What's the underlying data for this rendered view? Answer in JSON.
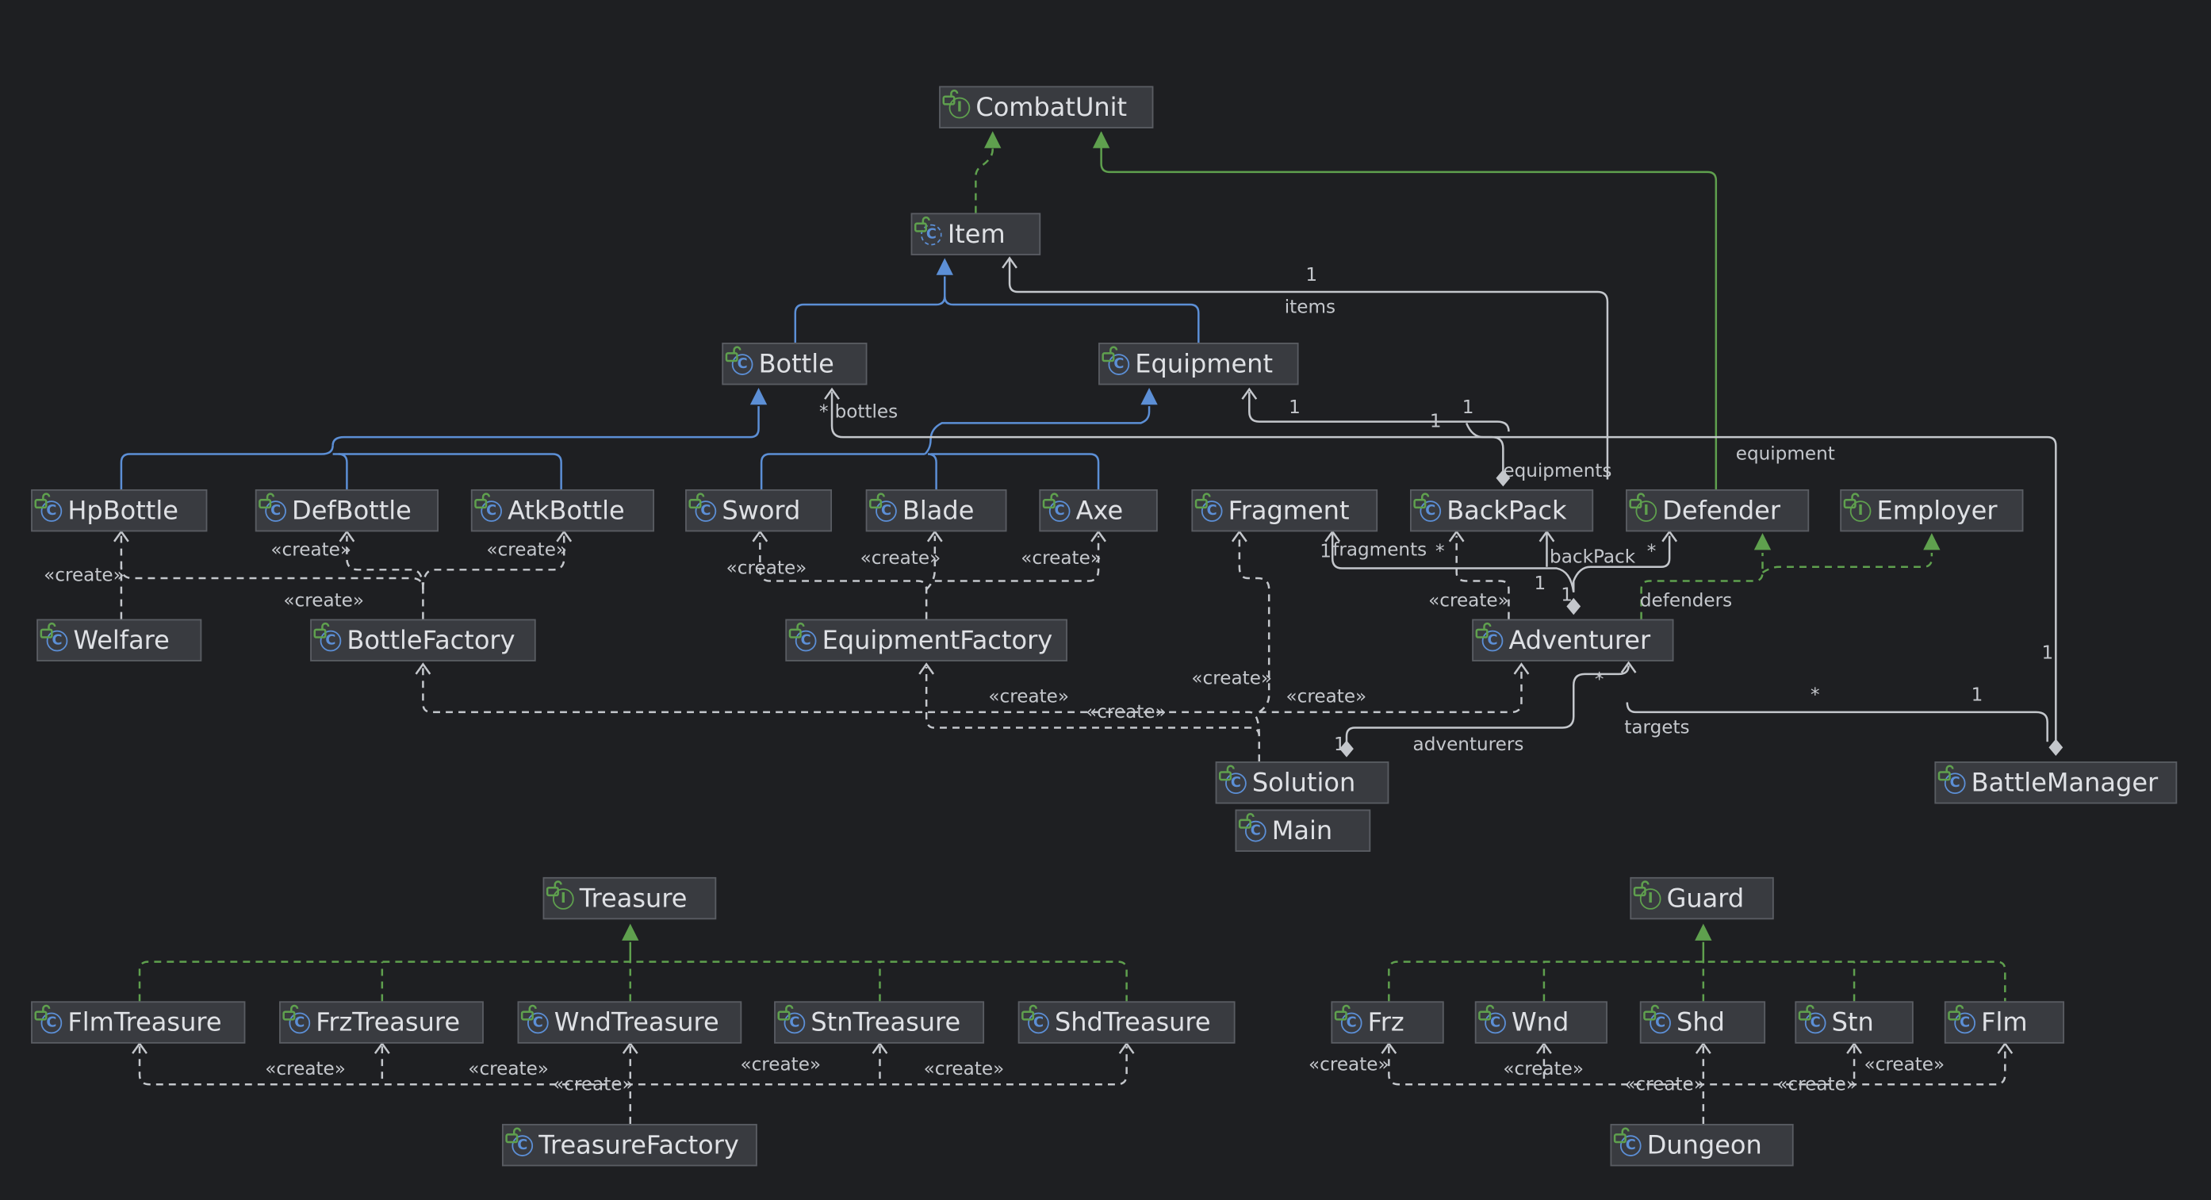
{
  "nodes": {
    "combatunit": {
      "label": "CombatUnit",
      "kind": "interface",
      "badge_icon": "interface-icon"
    },
    "item": {
      "label": "Item",
      "kind": "abstract-class",
      "badge_icon": "abstract-class-icon"
    },
    "bottle": {
      "label": "Bottle",
      "kind": "class",
      "badge_icon": "class-icon"
    },
    "equipment": {
      "label": "Equipment",
      "kind": "class",
      "badge_icon": "class-icon"
    },
    "hpbottle": {
      "label": "HpBottle",
      "kind": "class",
      "badge_icon": "class-icon"
    },
    "defbottle": {
      "label": "DefBottle",
      "kind": "class",
      "badge_icon": "class-icon"
    },
    "atkbottle": {
      "label": "AtkBottle",
      "kind": "class",
      "badge_icon": "class-icon"
    },
    "sword": {
      "label": "Sword",
      "kind": "class",
      "badge_icon": "class-icon"
    },
    "blade": {
      "label": "Blade",
      "kind": "class",
      "badge_icon": "class-icon"
    },
    "axe": {
      "label": "Axe",
      "kind": "class",
      "badge_icon": "class-icon"
    },
    "fragment": {
      "label": "Fragment",
      "kind": "class",
      "badge_icon": "class-icon"
    },
    "backpack": {
      "label": "BackPack",
      "kind": "class",
      "badge_icon": "class-icon"
    },
    "defender": {
      "label": "Defender",
      "kind": "interface",
      "badge_icon": "interface-icon"
    },
    "employer": {
      "label": "Employer",
      "kind": "interface",
      "badge_icon": "interface-icon"
    },
    "welfare": {
      "label": "Welfare",
      "kind": "class",
      "badge_icon": "class-icon"
    },
    "bottlefactory": {
      "label": "BottleFactory",
      "kind": "class",
      "badge_icon": "class-icon"
    },
    "equipmentfactory": {
      "label": "EquipmentFactory",
      "kind": "class",
      "badge_icon": "class-icon"
    },
    "adventurer": {
      "label": "Adventurer",
      "kind": "class",
      "badge_icon": "class-icon"
    },
    "solution": {
      "label": "Solution",
      "kind": "class",
      "badge_icon": "class-icon"
    },
    "main": {
      "label": "Main",
      "kind": "class",
      "badge_icon": "class-icon"
    },
    "battlemanager": {
      "label": "BattleManager",
      "kind": "class",
      "badge_icon": "class-icon"
    },
    "treasure": {
      "label": "Treasure",
      "kind": "interface",
      "badge_icon": "interface-icon"
    },
    "flmtreasure": {
      "label": "FlmTreasure",
      "kind": "class",
      "badge_icon": "class-icon"
    },
    "frztreasure": {
      "label": "FrzTreasure",
      "kind": "class",
      "badge_icon": "class-icon"
    },
    "wndtreasure": {
      "label": "WndTreasure",
      "kind": "class",
      "badge_icon": "class-icon"
    },
    "stntreasure": {
      "label": "StnTreasure",
      "kind": "class",
      "badge_icon": "class-icon"
    },
    "shdtreasure": {
      "label": "ShdTreasure",
      "kind": "class",
      "badge_icon": "class-icon"
    },
    "treasurefactory": {
      "label": "TreasureFactory",
      "kind": "class",
      "badge_icon": "class-icon"
    },
    "guard": {
      "label": "Guard",
      "kind": "interface",
      "badge_icon": "interface-icon"
    },
    "frz": {
      "label": "Frz",
      "kind": "class",
      "badge_icon": "class-icon"
    },
    "wnd": {
      "label": "Wnd",
      "kind": "class",
      "badge_icon": "class-icon"
    },
    "shd": {
      "label": "Shd",
      "kind": "class",
      "badge_icon": "class-icon"
    },
    "stn": {
      "label": "Stn",
      "kind": "class",
      "badge_icon": "class-icon"
    },
    "flm": {
      "label": "Flm",
      "kind": "class",
      "badge_icon": "class-icon"
    },
    "dungeon": {
      "label": "Dungeon",
      "kind": "class",
      "badge_icon": "class-icon"
    }
  },
  "badges": {
    "class": "C",
    "interface": "I"
  },
  "edge_labels": {
    "items": "items",
    "bottles": "bottles",
    "equipment": "equipment",
    "equipments": "equipments",
    "fragments": "fragments",
    "backpack": "backPack",
    "defenders": "defenders",
    "adventurers": "adventurers",
    "targets": "targets",
    "create": "«create»"
  },
  "multiplicities": {
    "one": "1",
    "many": "*"
  },
  "colors": {
    "background": "#1e1f22",
    "node_fill": "#393b40",
    "node_border": "#5a5d63",
    "text": "#dfe1e5",
    "inheritance_blue": "#5c8fd6",
    "realization_green": "#5fa04e",
    "association": "#c4c7cc"
  }
}
